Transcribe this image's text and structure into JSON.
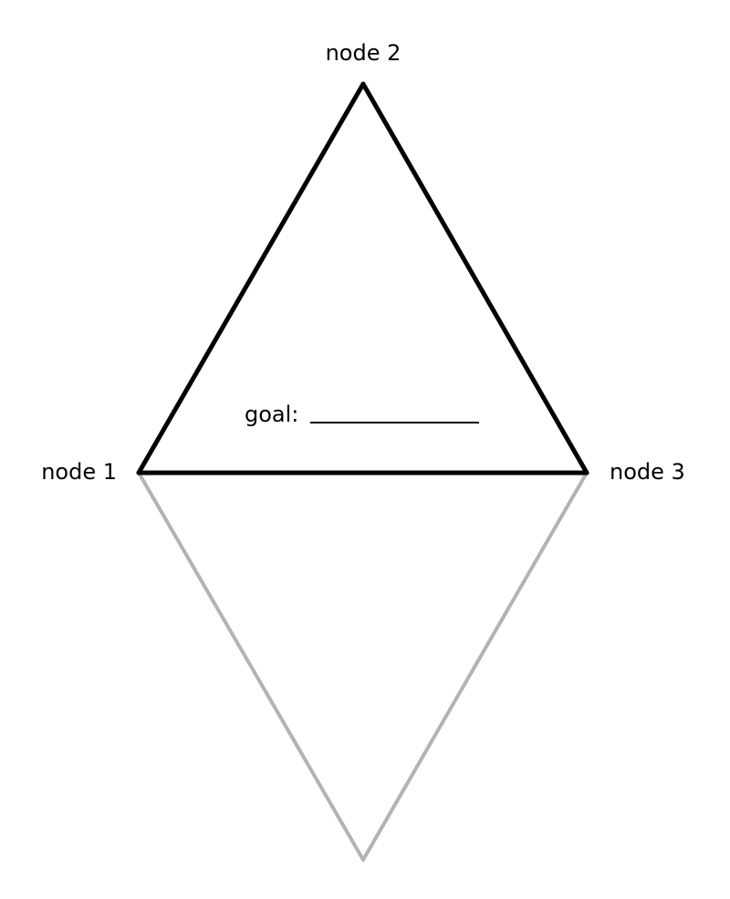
{
  "nodes": [
    {
      "id": "node-1",
      "label": "node 1"
    },
    {
      "id": "node-2",
      "label": "node 2"
    },
    {
      "id": "node-3",
      "label": "node 3"
    }
  ],
  "goal": {
    "label": "goal:"
  },
  "colors": {
    "primary_edge": "#000000",
    "secondary_edge": "#b3b3b3",
    "text": "#000000",
    "background": "#ffffff"
  }
}
